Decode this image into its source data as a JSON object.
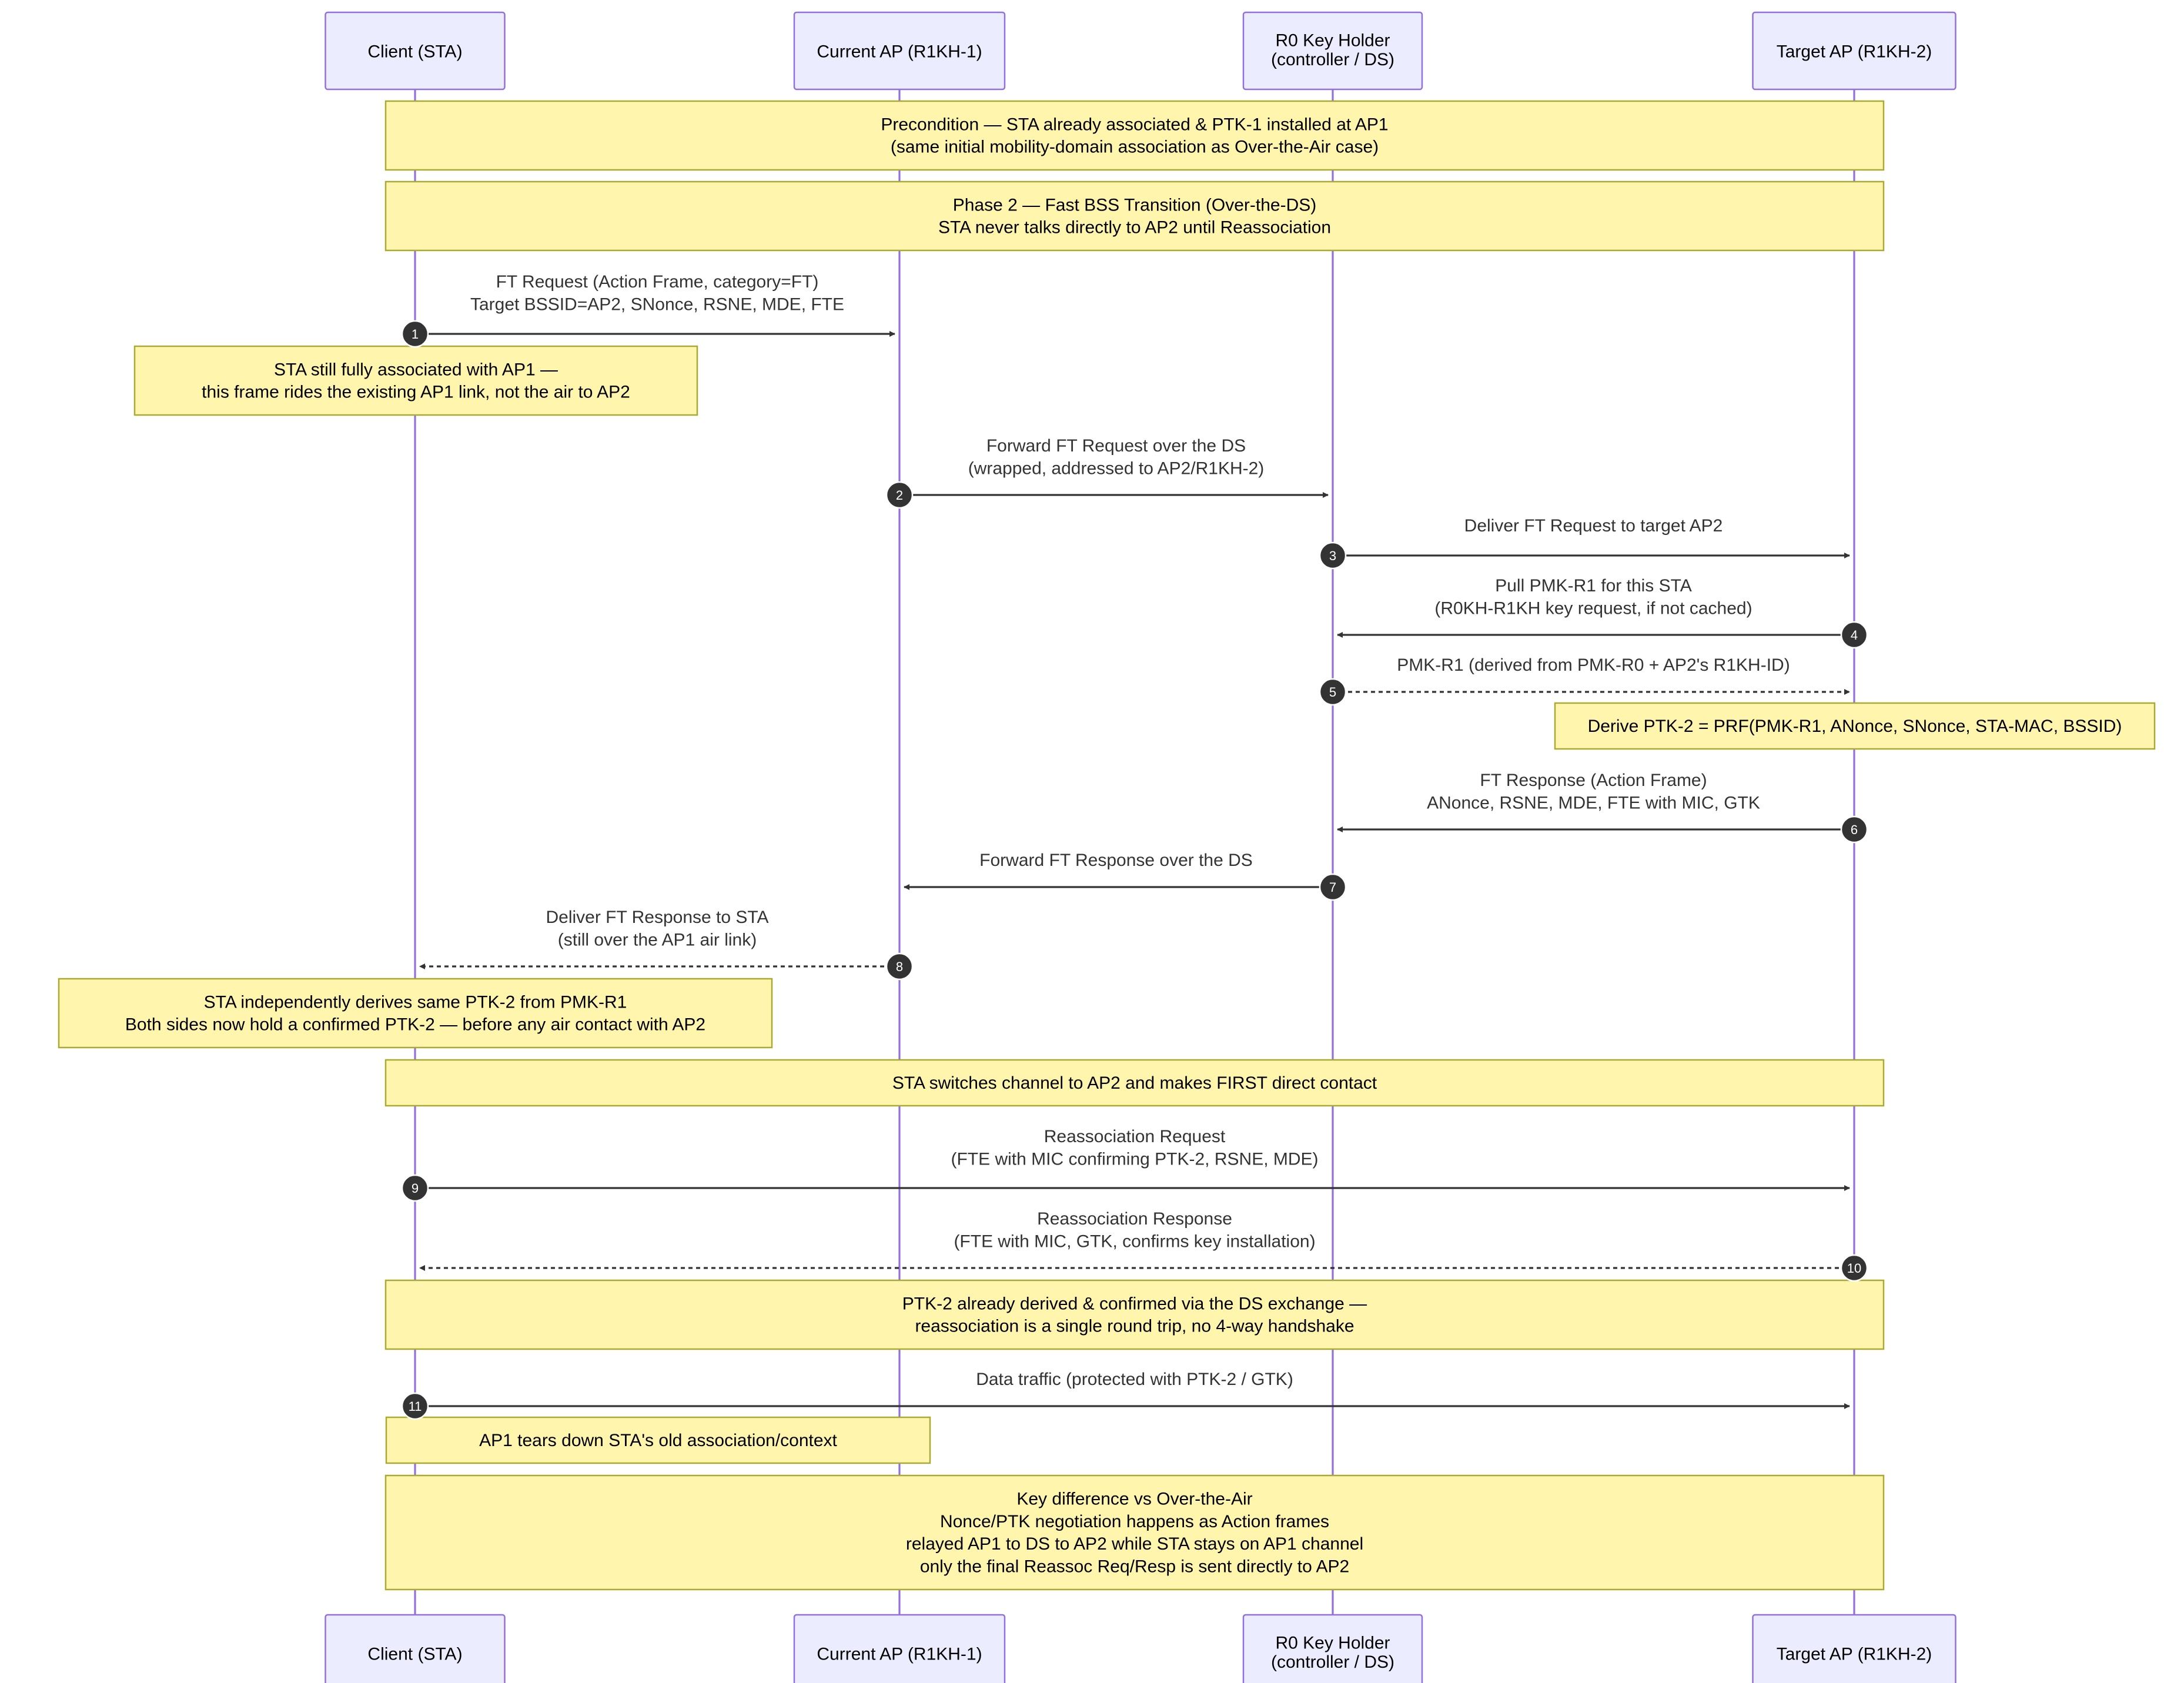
{
  "actors": [
    {
      "id": "sta",
      "lines": [
        "Client (STA)"
      ]
    },
    {
      "id": "ap1",
      "lines": [
        "Current AP (R1KH-1)"
      ]
    },
    {
      "id": "r0",
      "lines": [
        "R0 Key Holder",
        "(controller / DS)"
      ]
    },
    {
      "id": "ap2",
      "lines": [
        "Target AP (R1KH-2)"
      ]
    }
  ],
  "sequence": [
    {
      "kind": "note",
      "id": "precondition",
      "span": [
        "sta",
        "ap2"
      ],
      "lines": [
        "Precondition — STA already associated & PTK-1 installed at AP1",
        "(same initial mobility-domain association as Over-the-Air case)"
      ]
    },
    {
      "kind": "note",
      "id": "phase-2",
      "span": [
        "sta",
        "ap2"
      ],
      "lines": [
        "Phase 2 — Fast BSS Transition (Over-the-DS)",
        "STA never talks directly to AP2 until Reassociation"
      ]
    },
    {
      "kind": "message",
      "number": "1",
      "from": "sta",
      "to": "ap1",
      "style": "solid",
      "lines": [
        "FT Request (Action Frame, category=FT)",
        "Target BSSID=AP2, SNonce, RSNE, MDE, FTE"
      ]
    },
    {
      "kind": "note",
      "id": "sta-still-associated",
      "over": "sta",
      "lines": [
        "STA still fully associated with AP1 —",
        "this frame rides the existing AP1 link, not the air to AP2"
      ]
    },
    {
      "kind": "message",
      "number": "2",
      "from": "ap1",
      "to": "r0",
      "style": "solid",
      "lines": [
        "Forward FT Request over the DS",
        "(wrapped, addressed to AP2/R1KH-2)"
      ]
    },
    {
      "kind": "message",
      "number": "3",
      "from": "r0",
      "to": "ap2",
      "style": "solid",
      "lines": [
        "Deliver FT Request to target AP2"
      ]
    },
    {
      "kind": "message",
      "number": "4",
      "from": "ap2",
      "to": "r0",
      "style": "solid",
      "lines": [
        "Pull PMK-R1 for this STA",
        "(R0KH-R1KH key request, if not cached)"
      ]
    },
    {
      "kind": "message",
      "number": "5",
      "from": "r0",
      "to": "ap2",
      "style": "dashed",
      "lines": [
        "PMK-R1 (derived from PMK-R0 + AP2's R1KH-ID)"
      ]
    },
    {
      "kind": "note",
      "id": "derive-ptk2",
      "over": "ap2",
      "lines": [
        "Derive PTK-2 = PRF(PMK-R1, ANonce, SNonce, STA-MAC, BSSID)"
      ]
    },
    {
      "kind": "message",
      "number": "6",
      "from": "ap2",
      "to": "r0",
      "style": "solid",
      "lines": [
        "FT Response (Action Frame)",
        "ANonce, RSNE, MDE, FTE with MIC, GTK"
      ]
    },
    {
      "kind": "message",
      "number": "7",
      "from": "r0",
      "to": "ap1",
      "style": "solid",
      "lines": [
        "Forward FT Response over the DS"
      ]
    },
    {
      "kind": "message",
      "number": "8",
      "from": "ap1",
      "to": "sta",
      "style": "dashed",
      "lines": [
        "Deliver FT Response to STA",
        "(still over the AP1 air link)"
      ]
    },
    {
      "kind": "note",
      "id": "sta-derives",
      "over": "sta",
      "lines": [
        "STA independently derives same PTK-2 from PMK-R1",
        "Both sides now hold a confirmed PTK-2 — before any air contact with AP2"
      ]
    },
    {
      "kind": "note",
      "id": "switch-channel",
      "span": [
        "sta",
        "ap2"
      ],
      "lines": [
        "STA switches channel to AP2 and makes FIRST direct contact"
      ]
    },
    {
      "kind": "message",
      "number": "9",
      "from": "sta",
      "to": "ap2",
      "style": "solid",
      "lines": [
        "Reassociation Request",
        "(FTE with MIC confirming PTK-2, RSNE, MDE)"
      ]
    },
    {
      "kind": "message",
      "number": "10",
      "from": "ap2",
      "to": "sta",
      "style": "dashed",
      "lines": [
        "Reassociation Response",
        "(FTE with MIC, GTK, confirms key installation)"
      ]
    },
    {
      "kind": "note",
      "id": "ptk2-confirmed",
      "span": [
        "sta",
        "ap2"
      ],
      "lines": [
        "PTK-2 already derived & confirmed via the DS exchange —",
        "reassociation is a single round trip, no 4-way handshake"
      ]
    },
    {
      "kind": "message",
      "number": "11",
      "from": "sta",
      "to": "ap2",
      "style": "solid",
      "lines": [
        "Data traffic (protected with PTK-2 / GTK)"
      ]
    },
    {
      "kind": "note",
      "id": "ap1-teardown",
      "span": [
        "sta",
        "ap1"
      ],
      "lines": [
        "AP1 tears down STA's old association/context"
      ]
    },
    {
      "kind": "note",
      "id": "key-difference",
      "span": [
        "sta",
        "ap2"
      ],
      "lines": [
        "Key difference vs Over-the-Air",
        "Nonce/PTK negotiation happens as Action frames",
        "relayed AP1 to DS to AP2 while STA stays on AP1 channel",
        "only the final Reassoc Req/Resp is sent directly to AP2"
      ]
    }
  ],
  "colors": {
    "actor_fill": "#ECECFF",
    "actor_border": "#9370DB",
    "lifeline": "#9370DB",
    "note_fill": "#FFF5AD",
    "note_border": "#AAAA33",
    "message": "#333333",
    "badge": "#333333"
  }
}
